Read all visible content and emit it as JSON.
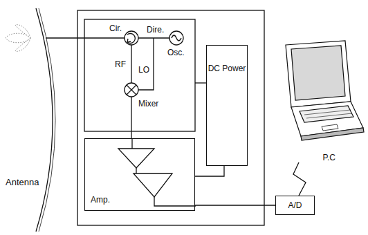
{
  "diagram": {
    "nodes": [
      {
        "text": [
          "DC Power"
        ]
      },
      {
        "text": [
          "Amp."
        ]
      },
      {
        "text": [
          "P.C"
        ]
      },
      {
        "text": [
          "A/D"
        ]
      }
    ],
    "edges": [
      {
        "from": 0,
        "to": 1,
        "arrow": "none"
      },
      {
        "from": 1,
        "to": 3,
        "arrow": "none"
      },
      {
        "from": 3,
        "to": 2,
        "arrow": "none"
      }
    ],
    "labels": [
      "Cir.",
      "Dire.",
      "Osc.",
      "RF",
      "LO",
      "Mixer",
      "Antenna"
    ]
  }
}
